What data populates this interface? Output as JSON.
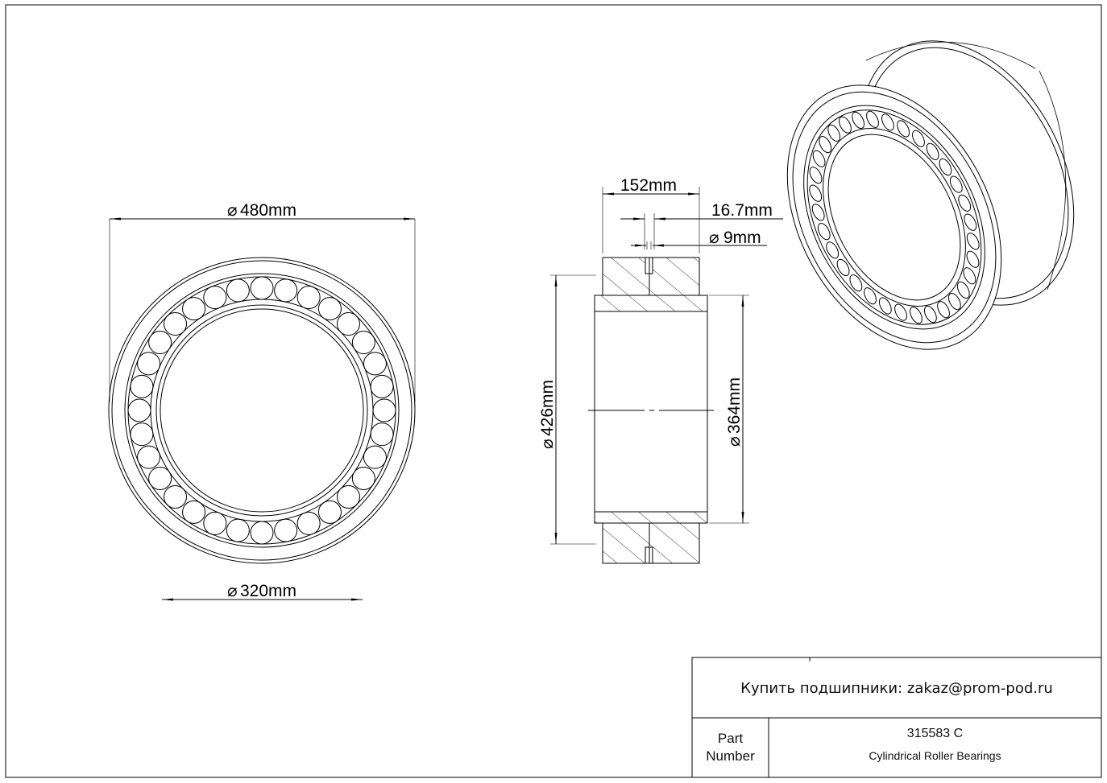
{
  "dimensions": {
    "outer_diameter": "480mm",
    "bore_diameter": "320mm",
    "width": "152mm",
    "groove_width": "16.7mm",
    "hole_diameter": "9mm",
    "outer_race_diameter": "426mm",
    "inner_race_diameter": "364mm",
    "diameter_symbol": "⌀"
  },
  "title_block": {
    "contact": "Купить подшипники: zakaz@prom-pod.ru",
    "part_label_1": "Part",
    "part_label_2": "Number",
    "part_number": "315583 C",
    "part_type": "Cylindrical Roller Bearings"
  }
}
